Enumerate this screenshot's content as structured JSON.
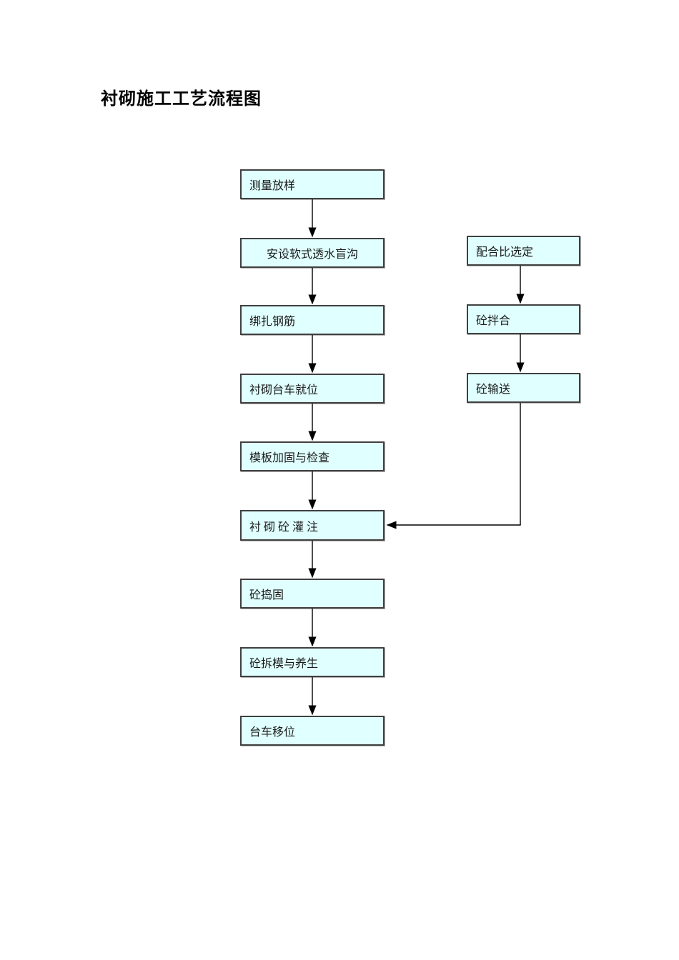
{
  "page": {
    "title": "衬砌施工工艺流程图"
  },
  "colors": {
    "box_fill": "#e0ffff",
    "box_border": "#404040",
    "arrow": "#000000"
  },
  "flow": {
    "main_steps": [
      {
        "label": "测量放样"
      },
      {
        "label": "安设软式透水盲沟"
      },
      {
        "label": "绑扎钢筋"
      },
      {
        "label": "衬砌台车就位"
      },
      {
        "label": "模板加固与检查"
      },
      {
        "label": "衬 砌 砼 灌 注"
      },
      {
        "label": "砼捣固"
      },
      {
        "label": "砼拆模与养生"
      },
      {
        "label": "台车移位"
      }
    ],
    "side_steps": [
      {
        "label": "配合比选定"
      },
      {
        "label": "砼拌合"
      },
      {
        "label": "砼输送"
      }
    ]
  }
}
